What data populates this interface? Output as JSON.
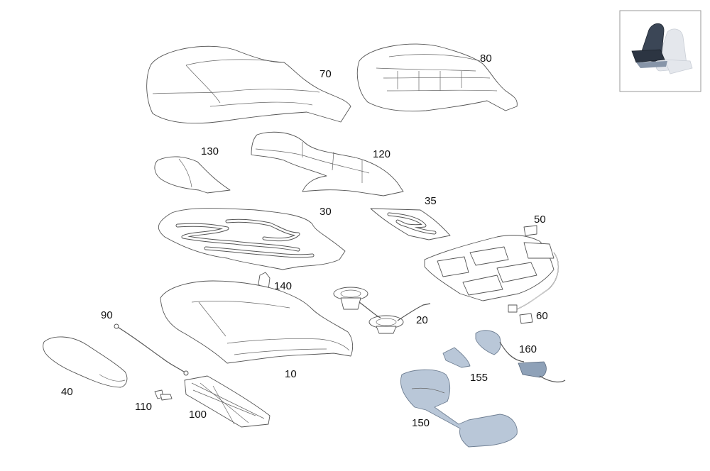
{
  "diagram": {
    "callouts": [
      "70",
      "80",
      "130",
      "120",
      "35",
      "30",
      "50",
      "140",
      "90",
      "20",
      "60",
      "160",
      "155",
      "40",
      "110",
      "10",
      "100",
      "150"
    ]
  },
  "colors": {
    "line": "#555555",
    "shaded_part": "#b9c7d8",
    "thumbnail_border": "#999999"
  },
  "icons": {
    "thumbnail": "seat-thumbnail-icon"
  }
}
